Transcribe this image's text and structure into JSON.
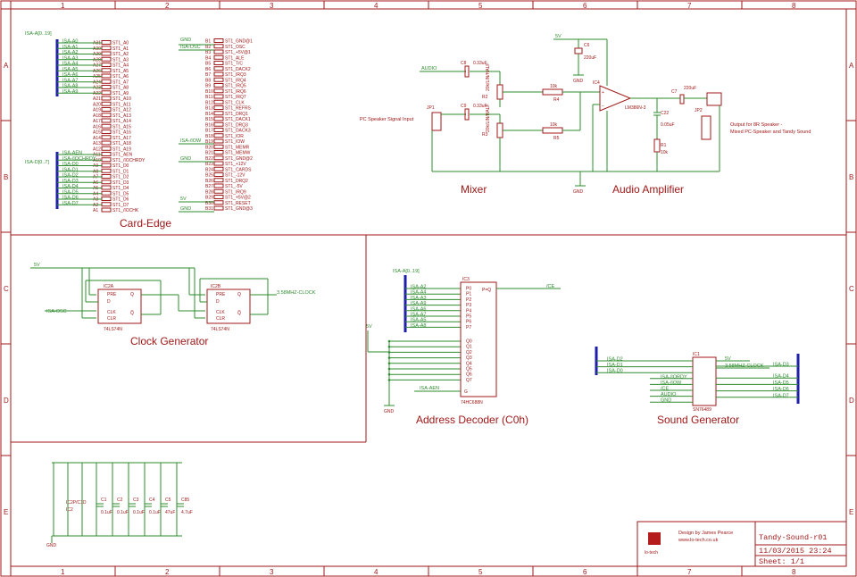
{
  "frame": {
    "columns": [
      "1",
      "2",
      "3",
      "4",
      "5",
      "6",
      "7",
      "8"
    ],
    "rows": [
      "A",
      "B",
      "C",
      "D",
      "E"
    ]
  },
  "sections": {
    "card_edge": "Card-Edge",
    "mixer": "Mixer",
    "audio_amplifier": "Audio Amplifier",
    "clock_generator": "Clock Generator",
    "address_decoder": "Address Decoder (C0h)",
    "sound_generator": "Sound Generator"
  },
  "buses": {
    "isa_a": "ISA-A[0..19]",
    "isa_d": "ISA-D[0..7]",
    "isa_a_decoder": "ISA-A[0..19]"
  },
  "card_edge": {
    "a_nets": [
      "ISA-A0",
      "ISA-A1",
      "ISA-A2",
      "ISA-A3",
      "ISA-A4",
      "ISA-A5",
      "ISA-A6",
      "ISA-A7",
      "ISA-A8",
      "ISA-A9"
    ],
    "a_pins": [
      "A31",
      "A30",
      "A29",
      "A28",
      "A27",
      "A26",
      "A25",
      "A24",
      "A23",
      "A22",
      "A21",
      "A20",
      "A19",
      "A18",
      "A17",
      "A16",
      "A15",
      "A14",
      "A13",
      "A12",
      "A11",
      "A10",
      "A9",
      "A8",
      "A7",
      "A6",
      "A5",
      "A4",
      "A3",
      "A2",
      "A1"
    ],
    "a_labels": [
      "ST1_A0",
      "ST1_A1",
      "ST1_A2",
      "ST1_A3",
      "ST1_A4",
      "ST1_A5",
      "ST1_A6",
      "ST1_A7",
      "ST1_A8",
      "ST1_A9",
      "ST1_A10",
      "ST1_A11",
      "ST1_A12",
      "ST1_A13",
      "ST1_A14",
      "ST1_A15",
      "ST1_A16",
      "ST1_A17",
      "ST1_A18",
      "ST1_A19",
      "ST1_AEN",
      "ST1_/IOCHRDY",
      "ST1_D0",
      "ST1_D1",
      "ST1_D2",
      "ST1_D3",
      "ST1_D4",
      "ST1_D5",
      "ST1_D6",
      "ST1_D7",
      "ST1_/IOCHK"
    ],
    "d_nets": [
      "ISA-AEN",
      "ISA-/IOCHRDY",
      "ISA-D0",
      "ISA-D1",
      "ISA-D2",
      "ISA-D3",
      "ISA-D4",
      "ISA-D5",
      "ISA-D6",
      "ISA-D7"
    ],
    "b_pins": [
      "B1",
      "B2",
      "B3",
      "B4",
      "B5",
      "B6",
      "B7",
      "B8",
      "B9",
      "B10",
      "B11",
      "B12",
      "B13",
      "B14",
      "B15",
      "B16",
      "B17",
      "B18",
      "B19",
      "B20",
      "B21",
      "B22",
      "B23",
      "B24",
      "B25",
      "B26",
      "B27",
      "B28",
      "B29",
      "B30",
      "B31"
    ],
    "b_labels": [
      "ST1_GND@1",
      "ST1_OSC",
      "ST1_+5V@1",
      "ST1_ALE",
      "ST1_T/C",
      "ST1_DACK2",
      "ST1_IRQ3",
      "ST1_IRQ4",
      "ST1_IRQ5",
      "ST1_IRQ6",
      "ST1_IRQ7",
      "ST1_CLK",
      "ST1_REFRS",
      "ST1_DRQ1",
      "ST1_DACK1",
      "ST1_DRQ3",
      "ST1_DACK3",
      "ST1_IOR",
      "ST1_IOW",
      "ST1_MEMR",
      "ST1_MEMW",
      "ST1_GND@2",
      "ST1_+12V",
      "ST1_CARDS",
      "ST1_-12V",
      "ST1_DRQ2",
      "ST1_-5V",
      "ST1_IRQ9",
      "ST1_+5V@2",
      "ST1_RESET",
      "ST1_GND@3"
    ],
    "b_nets": [
      "GND",
      "ISA-OSC",
      "ISA-/IOW",
      "GND",
      "5V",
      "GND"
    ]
  },
  "mixer": {
    "audio": "AUDIO",
    "pc_speaker_input": "PC Speaker Signal Input",
    "jp1": "JP1",
    "c8": "C8",
    "c8_val": "0.33uF",
    "c9": "C9",
    "c9_val": "0.33uF",
    "r2": "R2",
    "r2_val": "20k/LIN/HALF",
    "r3": "R3",
    "r3_val": "20k/LIN/HALF",
    "r4": "R4",
    "r4_val": "10k",
    "r5": "R5",
    "r5_val": "10k",
    "gnd": "GND"
  },
  "amplifier": {
    "supply": "5V",
    "c6": "C6",
    "c6_val": "220uF",
    "gnd": "GND",
    "ic4": "IC4",
    "ic4_part": "LM386N-3",
    "c7": "C7",
    "c7_val": "220uF",
    "c22": "C22",
    "c22_val": "0.05uF",
    "r1": "R1",
    "r1_val": "10k",
    "jp2": "JP2",
    "output_note": "Output for 8R Speaker -",
    "output_note2": "Mixed PC-Speaker and Tandy Sound"
  },
  "clock": {
    "supply": "5V",
    "isa_osc": "ISA-OSC",
    "ic2a": "IC2A",
    "ic2b": "IC2B",
    "part": "74LS74N",
    "out": "3.58MHZ-CLOCK",
    "pins": [
      "PRE",
      "D",
      "CLK",
      "CLR",
      "Q",
      "Q̅"
    ]
  },
  "decoder": {
    "ic3": "IC3",
    "part": "74HC688N",
    "out": "/CE",
    "supply": "5V",
    "gnd": "GND",
    "aen": "ISA-AEN",
    "inputs": [
      "ISA-A2",
      "ISA-A4",
      "ISA-A3",
      "ISA-A9",
      "ISA-A6",
      "ISA-A7",
      "ISA-A5",
      "ISA-A8"
    ],
    "p_pins": [
      "P0",
      "P1",
      "P2",
      "P3",
      "P4",
      "P5",
      "P6",
      "P7"
    ],
    "q_pins": [
      "Q0",
      "Q1",
      "Q2",
      "Q3",
      "Q4",
      "Q5",
      "Q6",
      "Q7"
    ],
    "g_pin": "G",
    "peq": "P=Q"
  },
  "sound": {
    "ic1": "IC1",
    "part": "SN76489",
    "supply": "5V",
    "clock": "3.58MHZ-CLOCK",
    "left_nets": [
      "ISA-D2",
      "ISA-D1",
      "ISA-D0",
      "ISA-/IORDY",
      "ISA-/IOW",
      "/CE",
      "AUDIO",
      "GND"
    ],
    "right_nets": [
      "ISA-D3",
      "ISA-D4",
      "ISA-D5",
      "ISA-D6",
      "ISA-D7"
    ]
  },
  "decoupling": {
    "ic2": "IC2",
    "ic2_pins": "IC2P/C1D",
    "caps": [
      "C1",
      "C2",
      "C3",
      "C4",
      "C5",
      "C85"
    ],
    "vals": [
      "0.1uF",
      "0.1uF",
      "0.1uF",
      "0.1uF",
      "47uF",
      "4.7uF"
    ],
    "gnd": "GND"
  },
  "title_block": {
    "design_by": "Design by James Pearce",
    "website": "www.lo-tech.co.uk",
    "logo_text": "lo-tech",
    "name": "Tandy-Sound-r01",
    "date": "11/03/2015 23:24",
    "sheet": "Sheet: 1/1"
  },
  "colors": {
    "frame": "#a01818",
    "wire": "#2e8b2e",
    "bus": "#1e1ea8",
    "logo": "#b51d1d"
  }
}
